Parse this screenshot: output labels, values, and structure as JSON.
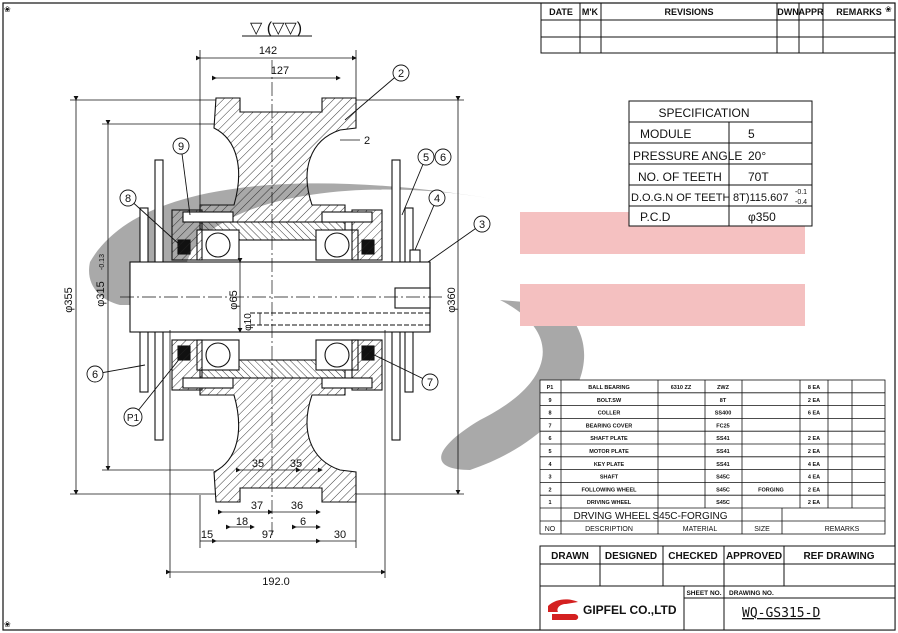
{
  "revisions": {
    "headers": [
      "DATE",
      "M'K",
      "REVISIONS",
      "DWN",
      "APPR",
      "REMARKS"
    ]
  },
  "specification": {
    "title": "SPECIFICATION",
    "rows": [
      {
        "label": "MODULE",
        "value": "5"
      },
      {
        "label": "PRESSURE ANGLE",
        "value": "20°"
      },
      {
        "label": "NO. OF TEETH",
        "value": "70T"
      },
      {
        "label": "D.O.G.N OF TEETH",
        "value": "8T)115.607",
        "tol_upper": "-0.1",
        "tol_lower": "-0.4"
      },
      {
        "label": "P.C.D",
        "value": "φ350"
      }
    ]
  },
  "surface_symbol": "▽ (▽▽)",
  "dimensions": {
    "d142": "142",
    "d127": "127",
    "d2": "2",
    "d355": "φ355",
    "d315": "φ315",
    "d315_tol": "-0.13",
    "d360": "φ360",
    "d65": "φ65",
    "d10": "φ10",
    "d35a": "35",
    "d35b": "35",
    "d37": "37",
    "d36": "36",
    "d18": "18",
    "d6": "6",
    "d15": "15",
    "d97": "97",
    "d30": "30",
    "d192": "192.0"
  },
  "balloons": [
    "2",
    "9",
    "5",
    "6",
    "8",
    "4",
    "3",
    "6",
    "P1",
    "7"
  ],
  "bom": {
    "rows": [
      {
        "no": "P1",
        "desc": "BALL BEARING",
        "material": "6310 ZZ",
        "c4": "ZWZ",
        "c5": "",
        "qty": "8 EA"
      },
      {
        "no": "9",
        "desc": "BOLT.SW",
        "material": "",
        "c4": "8T",
        "c5": "",
        "qty": "2 EA"
      },
      {
        "no": "8",
        "desc": "COLLER",
        "material": "",
        "c4": "SS400",
        "c5": "",
        "qty": "6 EA"
      },
      {
        "no": "7",
        "desc": "BEARING COVER",
        "material": "",
        "c4": "FC25",
        "c5": "",
        "qty": ""
      },
      {
        "no": "6",
        "desc": "SHAFT PLATE",
        "material": "",
        "c4": "SS41",
        "c5": "",
        "qty": "2 EA"
      },
      {
        "no": "5",
        "desc": "MOTOR PLATE",
        "material": "",
        "c4": "SS41",
        "c5": "",
        "qty": "2 EA"
      },
      {
        "no": "4",
        "desc": "KEY PLATE",
        "material": "",
        "c4": "SS41",
        "c5": "",
        "qty": "4 EA"
      },
      {
        "no": "3",
        "desc": "SHAFT",
        "material": "",
        "c4": "S45C",
        "c5": "",
        "qty": "4 EA"
      },
      {
        "no": "2",
        "desc": "FOLLOWING WHEEL",
        "material": "",
        "c4": "S45C",
        "c5": "FORGING",
        "qty": "2 EA"
      },
      {
        "no": "1",
        "desc": "DRIVING WHEEL",
        "material": "",
        "c4": "S45C",
        "c5": "",
        "qty": "2 EA"
      }
    ],
    "title_desc": "DRVING WHEEL",
    "title_mat": "S45C-FORGING",
    "headers": [
      "NO",
      "DESCRIPTION",
      "MATERIAL",
      "SIZE",
      "REMARKS"
    ]
  },
  "titleblock": {
    "headers": [
      "DRAWN",
      "DESIGNED",
      "CHECKED",
      "APPROVED",
      "REF DRAWING"
    ],
    "sheet_no_label": "SHEET NO.",
    "drawing_no_label": "DRAWING NO.",
    "company": "GIPFEL CO.,LTD",
    "drawing_no": "WQ-GS315-D"
  },
  "colors": {
    "line": "#111111",
    "watermark_gray": "#9a9a9a",
    "watermark_red": "#f3b6b6",
    "logo_red": "#d42020"
  }
}
